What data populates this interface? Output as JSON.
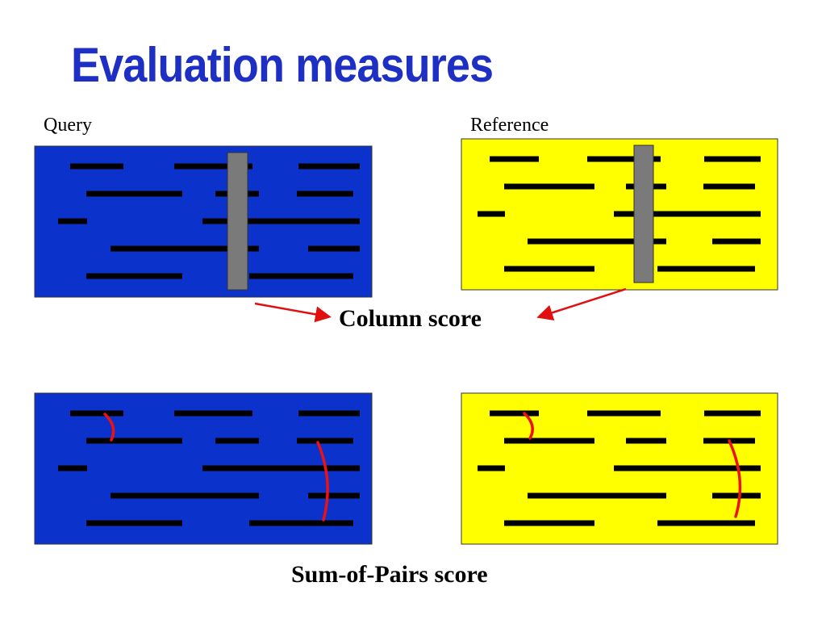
{
  "title": "Evaluation measures",
  "labels": {
    "query": "Query",
    "reference": "Reference"
  },
  "scores": {
    "column": "Column score",
    "sum_of_pairs": "Sum-of-Pairs score"
  },
  "colors": {
    "title": "#1e2fc4",
    "query_panel": "#0b33cc",
    "reference_panel": "#ffff00",
    "segment": "#000000",
    "column_marker": "#7a7a7a",
    "arrow": "#e01010",
    "pair_link": "#ee1111"
  },
  "icons": {
    "arrow": "right-arrow-icon",
    "pair_link": "bracket-icon"
  }
}
